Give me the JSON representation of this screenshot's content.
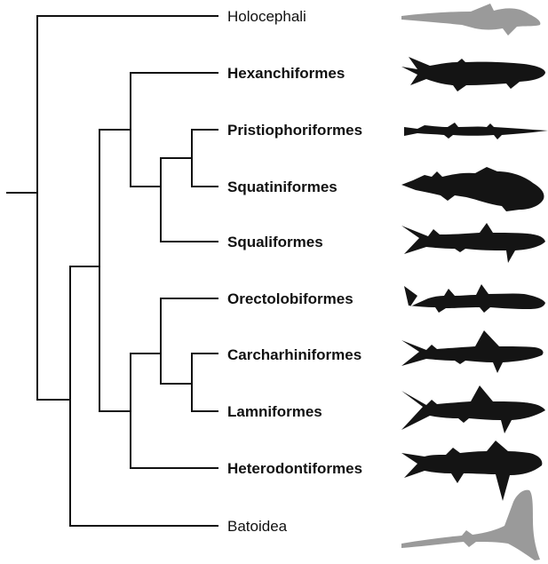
{
  "tree": {
    "taxa": [
      {
        "id": "holocephali",
        "label": "Holocephali",
        "bold": false,
        "silhouette": "chimaera-grey"
      },
      {
        "id": "hexanchiformes",
        "label": "Hexanchiformes",
        "bold": true,
        "silhouette": "cow-shark"
      },
      {
        "id": "pristiophoriformes",
        "label": "Pristiophoriformes",
        "bold": true,
        "silhouette": "saw-shark"
      },
      {
        "id": "squatiniformes",
        "label": "Squatiniformes",
        "bold": true,
        "silhouette": "angel-shark"
      },
      {
        "id": "squaliformes",
        "label": "Squaliformes",
        "bold": true,
        "silhouette": "dogfish-shark"
      },
      {
        "id": "orectolobiformes",
        "label": "Orectolobiformes",
        "bold": true,
        "silhouette": "carpet-shark"
      },
      {
        "id": "carcharhiniformes",
        "label": "Carcharhiniformes",
        "bold": true,
        "silhouette": "ground-shark"
      },
      {
        "id": "lamniformes",
        "label": "Lamniformes",
        "bold": true,
        "silhouette": "mackerel-shark"
      },
      {
        "id": "heterodontiformes",
        "label": "Heterodontiformes",
        "bold": true,
        "silhouette": "bullhead-shark"
      },
      {
        "id": "batoidea",
        "label": "Batoidea",
        "bold": false,
        "silhouette": "ray-grey"
      }
    ],
    "colors": {
      "lines": "#111111",
      "highlighted_silhouette": "#141414",
      "outgroup_silhouette": "#9a9a9a"
    }
  }
}
